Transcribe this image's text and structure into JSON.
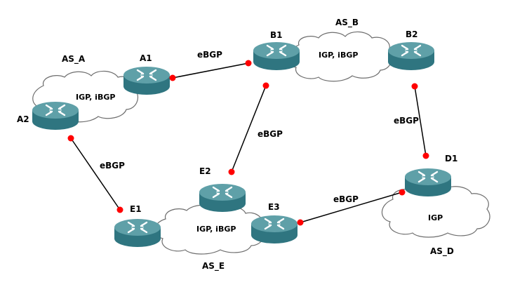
{
  "autonomous_systems": {
    "as_a": {
      "name": "AS_A",
      "protocols": "IGP, iBGP"
    },
    "as_b": {
      "name": "AS_B",
      "protocols": "IGP, iBGP"
    },
    "as_d": {
      "name": "AS_D",
      "protocols": "IGP"
    },
    "as_e": {
      "name": "AS_E",
      "protocols": "IGP, iBGP"
    }
  },
  "routers": {
    "a1": "A1",
    "a2": "A2",
    "b1": "B1",
    "b2": "B2",
    "d1": "D1",
    "e1": "E1",
    "e2": "E2",
    "e3": "E3"
  },
  "links": [
    {
      "from": "A1",
      "to": "B1",
      "label": "eBGP"
    },
    {
      "from": "B1",
      "to": "E2",
      "label": "eBGP"
    },
    {
      "from": "A2",
      "to": "E1",
      "label": "eBGP"
    },
    {
      "from": "B2",
      "to": "D1",
      "label": "eBGP"
    },
    {
      "from": "E3",
      "to": "D1",
      "label": "eBGP"
    }
  ],
  "colors": {
    "router_top": "#5fa0a8",
    "router_side": "#2f7580",
    "link": "#000000",
    "port": "#ff0000",
    "cloud_stroke": "#6e6e6e"
  }
}
